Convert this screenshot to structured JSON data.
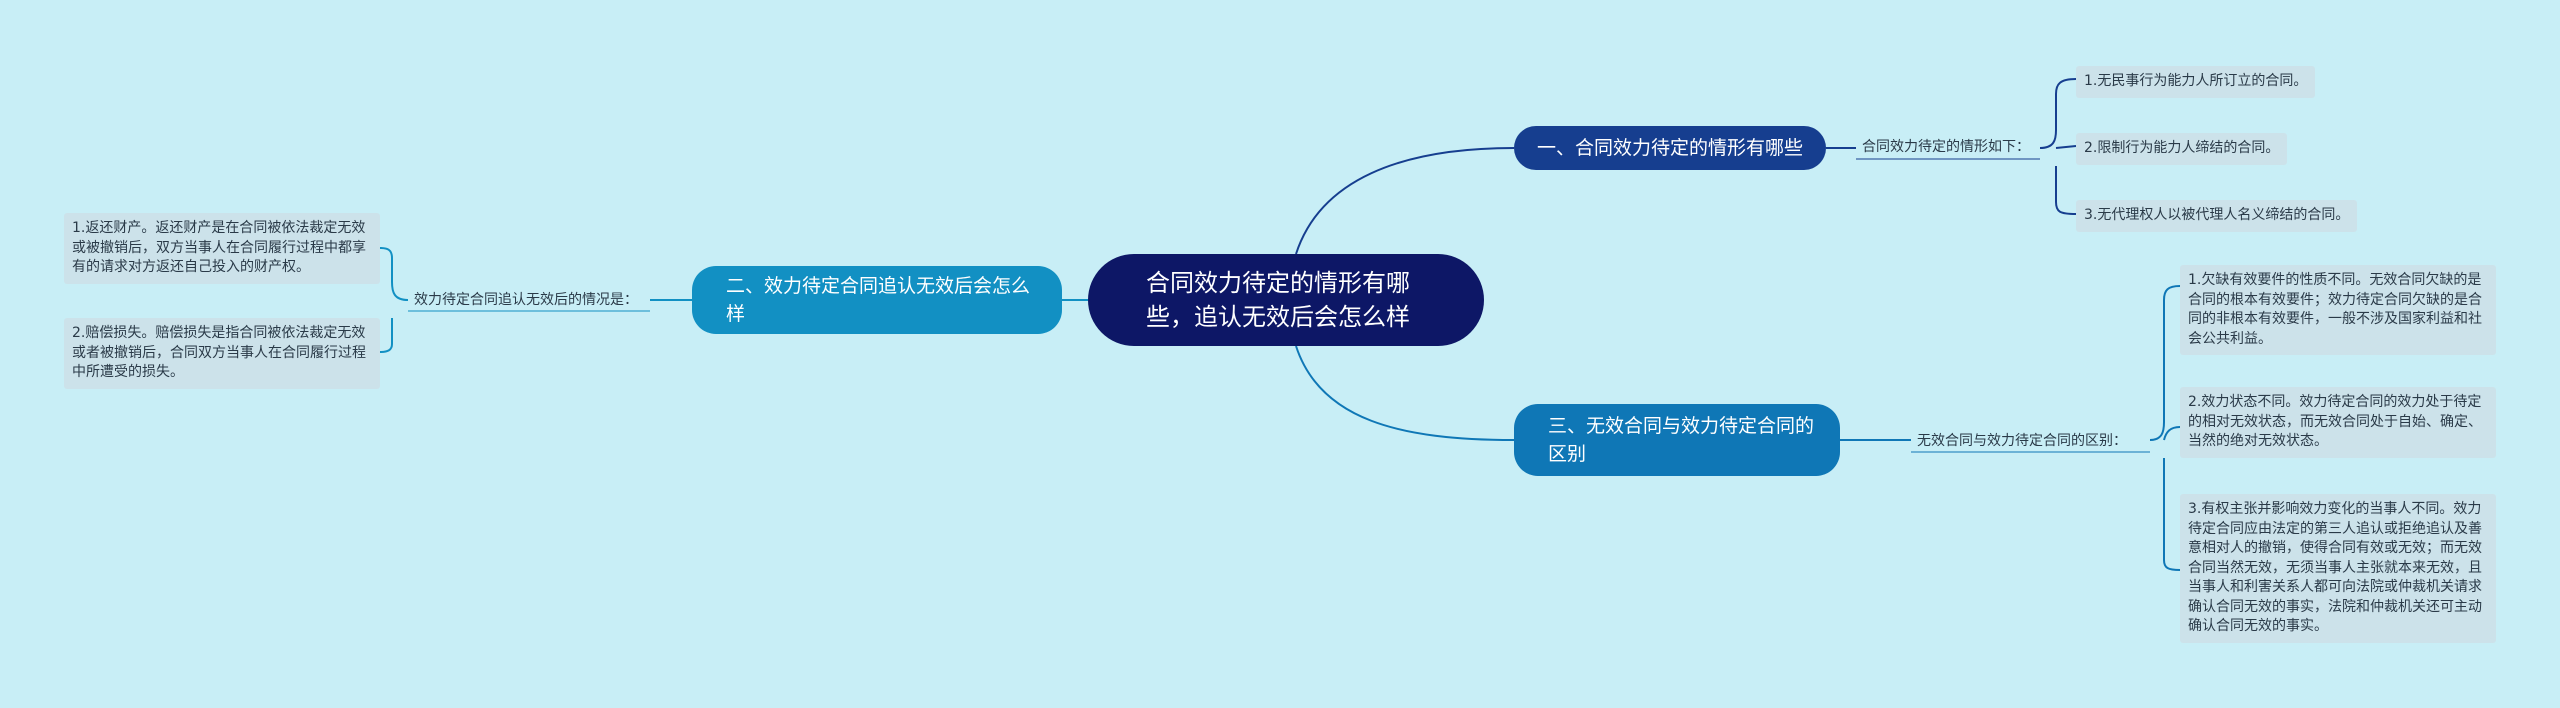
{
  "root": {
    "title": "合同效力待定的情形有哪些，追认无效后会怎么样"
  },
  "branches": {
    "situations": {
      "title": "一、合同效力待定的情形有哪些",
      "subtitle": "合同效力待定的情形如下：",
      "items": [
        "1.无民事行为能力人所订立的合同。",
        "2.限制行为能力人缔结的合同。",
        "3.无代理权人以被代理人名义缔结的合同。"
      ]
    },
    "after_refusal": {
      "title": "二、效力待定合同追认无效后会怎么样",
      "subtitle": "效力待定合同追认无效后的情况是：",
      "items": [
        "1.返还财产。返还财产是在合同被依法裁定无效或被撤销后，双方当事人在合同履行过程中都享有的请求对方返还自己投入的财产权。",
        "2.赔偿损失。赔偿损失是指合同被依法裁定无效或者被撤销后，合同双方当事人在合同履行过程中所遭受的损失。"
      ]
    },
    "differences": {
      "title": "三、无效合同与效力待定合同的区别",
      "subtitle": "无效合同与效力待定合同的区别：",
      "items": [
        "1.欠缺有效要件的性质不同。无效合同欠缺的是合同的根本有效要件；效力待定合同欠缺的是合同的非根本有效要件，一般不涉及国家利益和社会公共利益。",
        "2.效力状态不同。效力待定合同的效力处于待定的相对无效状态，而无效合同处于自始、确定、当然的绝对无效状态。",
        "3.有权主张并影响效力变化的当事人不同。效力待定合同应由法定的第三人追认或拒绝追认及善意相对人的撤销，使得合同有效或无效；而无效合同当然无效，无须当事人主张就本来无效，且当事人和利害关系人都可向法院或仲裁机关请求确认合同无效的事实，法院和仲裁机关还可主动确认合同无效的事实。"
      ]
    }
  },
  "colors": {
    "background": "#c8eef6",
    "root": "#0d1766",
    "branch_a": "#163e8f",
    "branch_b": "#1290c3",
    "branch_c": "#0f77b6",
    "leaf": "#cce2ea",
    "connector_a": "#163e8f",
    "connector_b": "#1290c3",
    "connector_c": "#0f77b6"
  }
}
